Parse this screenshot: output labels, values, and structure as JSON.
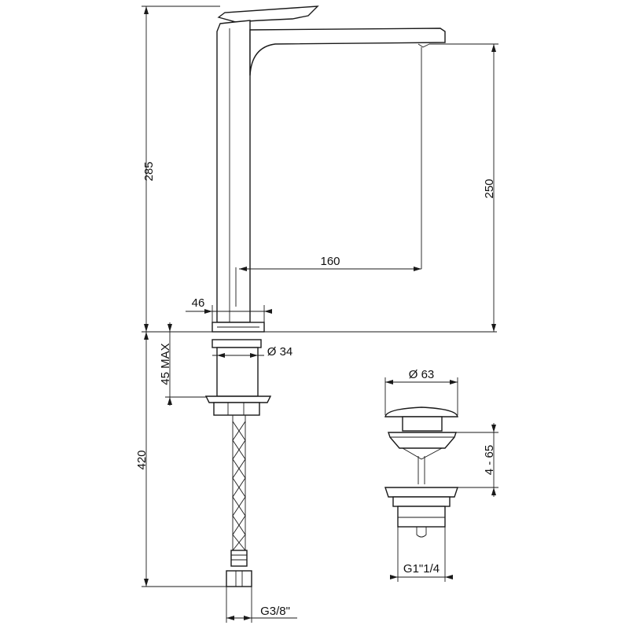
{
  "dimensions": {
    "overall_height": "285",
    "spout_height": "250",
    "spout_reach": "160",
    "body_width": "46",
    "max_thickness": "45 MAX",
    "body_diameter": "Ø 34",
    "hose_length": "420",
    "hose_thread": "G3/8\"",
    "waste_diameter": "Ø 63",
    "waste_range": "4 - 65",
    "waste_thread": "G1\"1/4"
  }
}
